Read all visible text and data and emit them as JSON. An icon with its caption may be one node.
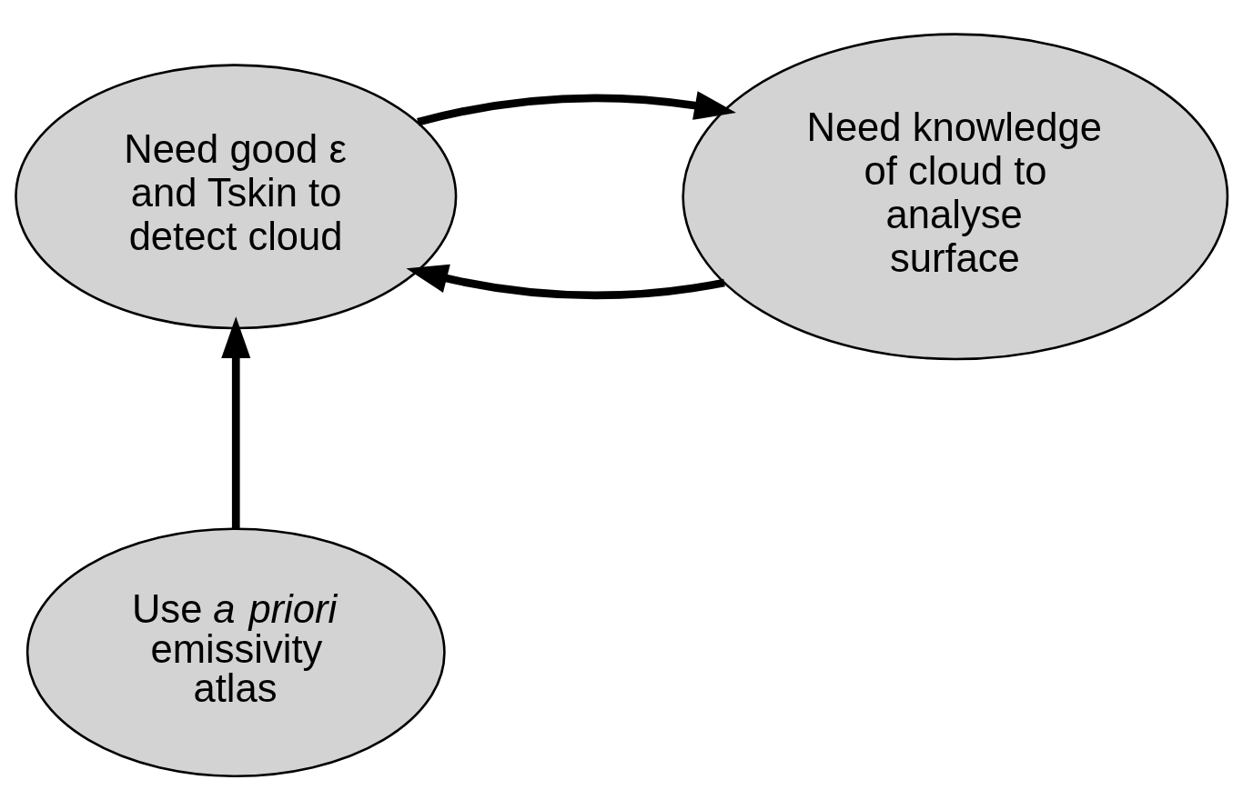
{
  "diagram": {
    "nodes": [
      {
        "text": [
          "Need good ε and Tskin to detect cloud"
        ]
      },
      {
        "text": [
          "Need knowledge of cloud to analyse surface"
        ]
      },
      {
        "text": [
          "Use *a priori* emissivity atlas"
        ]
      }
    ],
    "edges": [
      {
        "from": 0,
        "to": 1,
        "arrow": "to"
      },
      {
        "from": 1,
        "to": 0,
        "arrow": "to"
      },
      {
        "from": 2,
        "to": 0,
        "arrow": "to"
      }
    ]
  }
}
